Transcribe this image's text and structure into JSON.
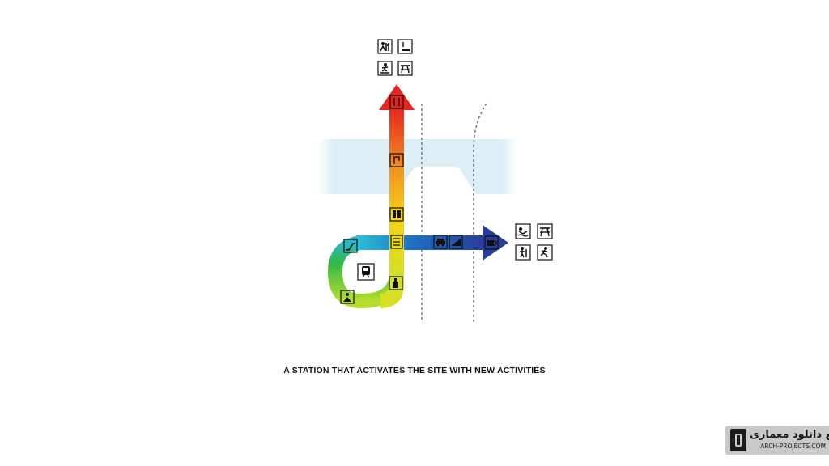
{
  "caption": "A STATION THAT ACTIVATES THE SITE WITH NEW ACTIVITIES",
  "logo": {
    "title": "مرجع دانلود معماری",
    "url": "ARCH-PROJECTS.COM"
  },
  "colors": {
    "vertical_arrow_gradient": [
      "#e52620",
      "#f3901e",
      "#f7d117",
      "#d4e021"
    ],
    "horizontal_arrow_gradient": [
      "#2bc0d9",
      "#1f6fc1",
      "#2a3d96"
    ],
    "loop_gradient": [
      "#9fd63a",
      "#32b94a",
      "#2ab6c9"
    ],
    "band": "#dbeef6",
    "dashed_lines": "#555555"
  },
  "icons": {
    "top_cluster": [
      "playground-icon",
      "shower-icon",
      "skateboard-icon",
      "picnic-table-icon"
    ],
    "vertical_arrow": [
      "restaurant-icon",
      "shop-icon",
      "lockers-icon",
      "ticket-icon"
    ],
    "loop": [
      "escalator-icon",
      "train-icon",
      "bottle-icon",
      "family-icon"
    ],
    "horizontal_arrow": [
      "car-icon",
      "ramp-icon",
      "coffee-icon"
    ],
    "right_cluster": [
      "swimmer-icon",
      "picnic-table-icon",
      "hiker-icon",
      "jogger-icon"
    ]
  }
}
